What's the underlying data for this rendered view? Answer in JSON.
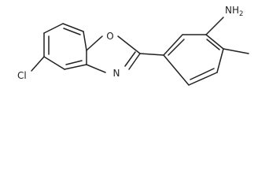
{
  "molecule": {
    "atoms": {
      "chlorine": "Cl",
      "oxygen": "O",
      "nitrogen": "N",
      "amine_element": "N",
      "amine_hydrogens": "H",
      "amine_count": "2"
    },
    "colors": {
      "bond": "#222222",
      "label": "#222222",
      "background": "#ffffff"
    }
  }
}
